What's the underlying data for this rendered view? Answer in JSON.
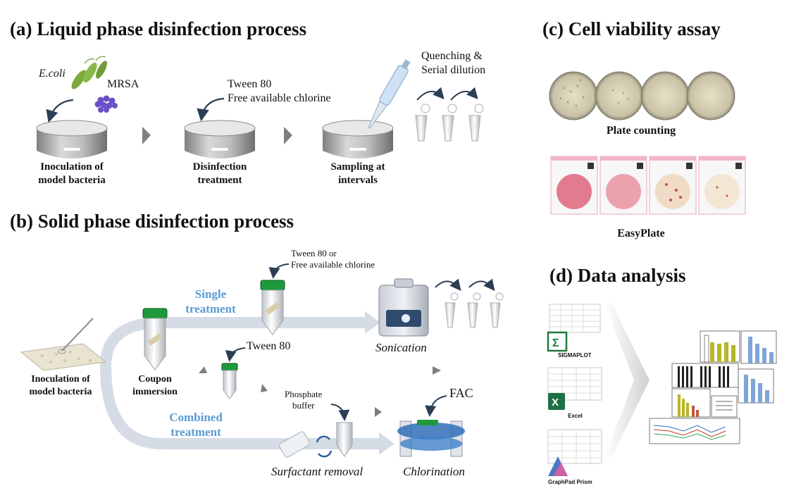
{
  "panel_a": {
    "title": "(a) Liquid phase disinfection process",
    "bacteria_1": "E.coli",
    "bacteria_2": "MRSA",
    "step1_line1": "Inoculation of",
    "step1_line2": "model bacteria",
    "reagent_line1": "Tween 80",
    "reagent_line2": "Free available chlorine",
    "step2_line1": "Disinfection",
    "step2_line2": "treatment",
    "quench_line1": "Quenching &",
    "quench_line2": "Serial dilution",
    "step3_line1": "Sampling at",
    "step3_line2": "intervals"
  },
  "panel_b": {
    "title": "(b) Solid phase disinfection process",
    "reagent_line1": "Tween 80 or",
    "reagent_line2": "Free available chlorine",
    "single_line1": "Single",
    "single_line2": "treatment",
    "sonication": "Sonication",
    "tween": "Tween 80",
    "inoc_line1": "Inoculation of",
    "inoc_line2": "model bacteria",
    "coupon_line1": "Coupon",
    "coupon_line2": "immersion",
    "buffer_line1": "Phosphate",
    "buffer_line2": "buffer",
    "fac": "FAC",
    "combined_line1": "Combined",
    "combined_line2": "treatment",
    "surfactant_removal": "Surfactant removal",
    "chlorination": "Chlorination"
  },
  "panel_c": {
    "title": "(c) Cell viability assay",
    "plate_counting": "Plate counting",
    "easyplate": "EasyPlate"
  },
  "panel_d": {
    "title": "(d) Data analysis",
    "sigmaplot": "SIGMAPLOT",
    "excel": "Excel",
    "prism": "GraphPad Prism"
  },
  "colors": {
    "arrow_gray": "#d5dce5",
    "flow_blue": "#5b9bd5",
    "tube_green": "#1e9a3c",
    "excel_green": "#1d7044",
    "bar_olive": "#b8b52a",
    "bar_blue": "#7ea6d8"
  }
}
